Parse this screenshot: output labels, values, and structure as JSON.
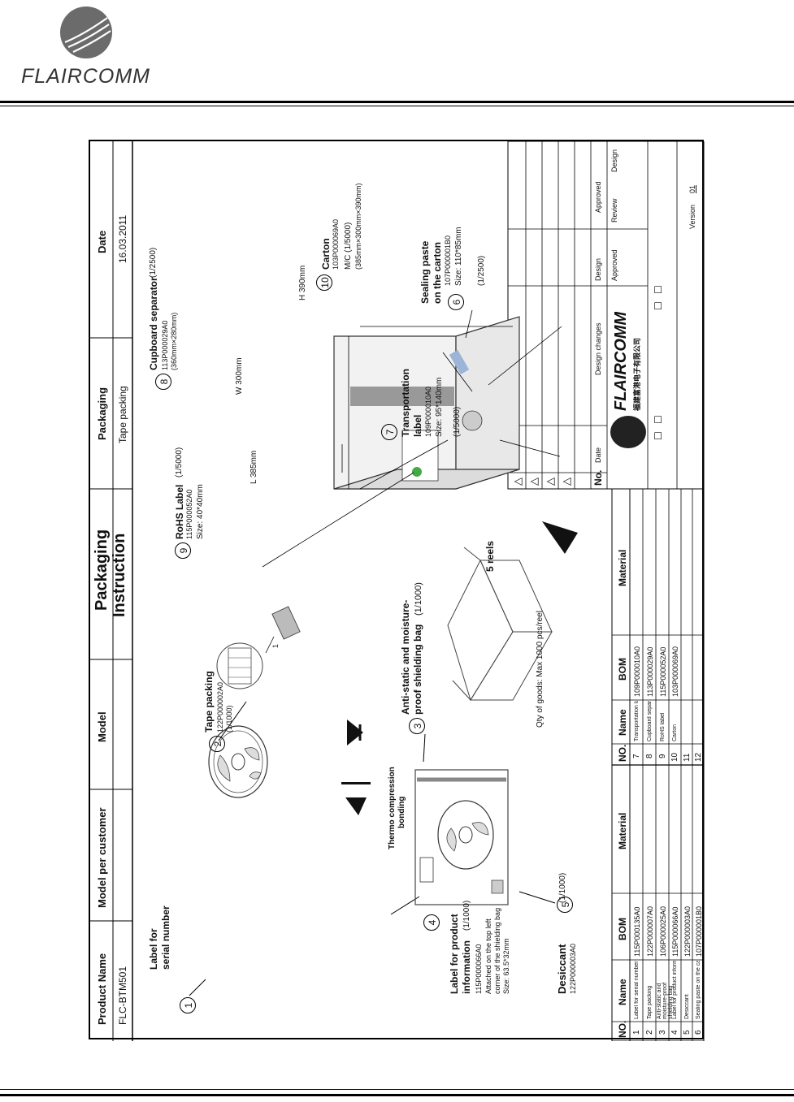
{
  "company": {
    "name": "FLAIRCOMM"
  },
  "header": {
    "product_name_label": "Product Name",
    "product_name": "FLC-BTM501",
    "model_per_customer_label": "Model per customer",
    "model_label": "Model",
    "title_line1": "Packaging",
    "title_line2": "Instruction",
    "packaging_label": "Packaging",
    "packaging_value": "Tape packing",
    "date_label": "Date",
    "date_value": "16.03.2011"
  },
  "callouts": {
    "c1": {
      "num": "1",
      "title1": "Label for",
      "title2": "serial number"
    },
    "c2": {
      "num": "2",
      "title": "Tape packing",
      "code": "122P000002A0",
      "ratio": "(1/1000)"
    },
    "c3": {
      "num": "3",
      "title1": "Anti-static and moisture-",
      "title2": "proof shielding bag",
      "ratio": "(1/1000)"
    },
    "c4": {
      "num": "4",
      "title1": "Label for product",
      "title2": "information",
      "ratio": "(1/1000)",
      "code": "115P000066A0",
      "note1": "Attached on the top left",
      "note2": "corner of the shielding bag",
      "size": "Size: 63.5*32mm"
    },
    "c5": {
      "num": "5",
      "title": "Desiccant",
      "ratio": "(1/1000)",
      "code": "122P000003A0"
    },
    "c6": {
      "num": "6",
      "title1": "Sealing paste",
      "title2": "on the carton",
      "code": "107P000001B0",
      "size": "Size: 110*85mm",
      "ratio": "(1/2500)"
    },
    "c7": {
      "num": "7",
      "title1": "Transportation",
      "title2": "label",
      "code": "109P000010A0",
      "size": "Size: 95*140mm",
      "ratio": "(1/5000)"
    },
    "c8": {
      "num": "8",
      "title": "Cupboard separator",
      "ratio": "(1/2500)",
      "code": "113P000029A0",
      "dims": "(360mm×280mm)"
    },
    "c9": {
      "num": "9",
      "title": "RoHS Label",
      "ratio": "(1/5000)",
      "code": "115P000052A0",
      "size": "Size: 40*40mm"
    },
    "c10": {
      "num": "10",
      "title": "Carton",
      "code": "103P000069A0",
      "mc": "M/C (1/5000)",
      "dims": "(385mm×300mm×390mm)"
    }
  },
  "drawing": {
    "thermo1": "Thermo compression",
    "thermo2": "bonding",
    "reels": "5 reels",
    "qty": "Qty of goods: Max 1000 pcs/reel",
    "dim_l": "L 385mm",
    "dim_w": "W 300mm",
    "dim_h": "H 390mm",
    "marker_1": "1"
  },
  "bom_table": {
    "headers": {
      "no": "NO.",
      "name": "Name",
      "bom": "BOM",
      "material": "Material"
    },
    "left_rows": [
      {
        "no": "1",
        "name": "Label for serial number",
        "bom": "115P000135A0"
      },
      {
        "no": "2",
        "name": "Tape packing",
        "bom": "122P000007A0"
      },
      {
        "no": "3",
        "name": "Anti-static and moisture-proof shielding bag",
        "bom": "106P000025A0"
      },
      {
        "no": "4",
        "name": "Label for product information",
        "bom": "115P000066A0"
      },
      {
        "no": "5",
        "name": "Desiccant",
        "bom": "122P000003A0"
      },
      {
        "no": "6",
        "name": "Sealing paste on the carton",
        "bom": "107P000001B0"
      }
    ],
    "right_rows": [
      {
        "no": "7",
        "name": "Transportation label",
        "bom": "109P000010A0"
      },
      {
        "no": "8",
        "name": "Cupboard separator",
        "bom": "113P000029A0"
      },
      {
        "no": "9",
        "name": "RoHS label",
        "bom": "115P000052A0"
      },
      {
        "no": "10",
        "name": "Carton",
        "bom": "103P000069A0"
      },
      {
        "no": "11",
        "name": "",
        "bom": ""
      },
      {
        "no": "12",
        "name": "",
        "bom": ""
      }
    ]
  },
  "revision_block": {
    "no_label": "No.",
    "date_label": "Date",
    "design_changes_label": "Design changes",
    "approved_label": "Approved",
    "design_label": "Design",
    "review_label": "Review",
    "approved_label_2": "Approved",
    "design_label_2": "Design",
    "version_label": "Version",
    "version_value": "01",
    "logo_cn": "福建富港电子有限公司"
  }
}
